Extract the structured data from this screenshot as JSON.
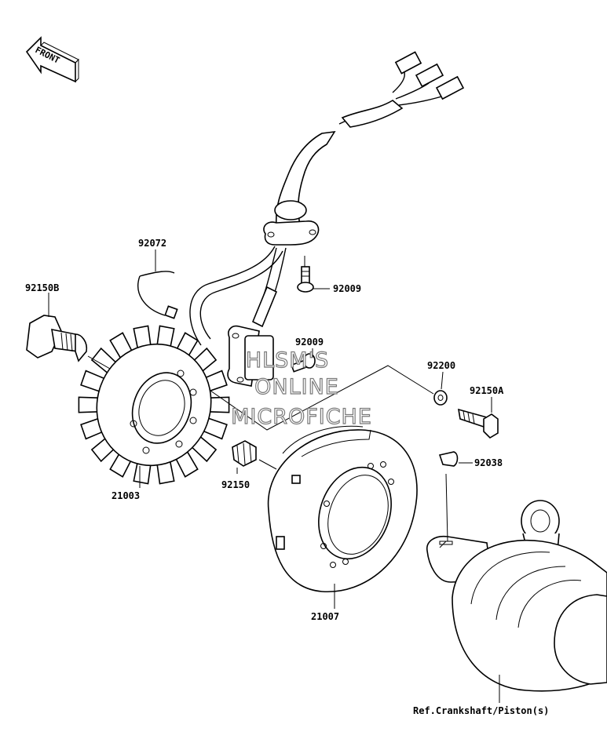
{
  "front_arrow": {
    "label": "FRONT"
  },
  "parts": [
    {
      "id": "92072"
    },
    {
      "id": "92150B"
    },
    {
      "id": "92009"
    },
    {
      "id": "92009"
    },
    {
      "id": "92200"
    },
    {
      "id": "92150A"
    },
    {
      "id": "92038"
    },
    {
      "id": "92150"
    },
    {
      "id": "21003"
    },
    {
      "id": "21007"
    }
  ],
  "reference": "Ref.Crankshaft/Piston(s)",
  "watermark": {
    "line1": "HLSM'S",
    "line2": "ONLINE",
    "line3": "MICROFICHE"
  }
}
